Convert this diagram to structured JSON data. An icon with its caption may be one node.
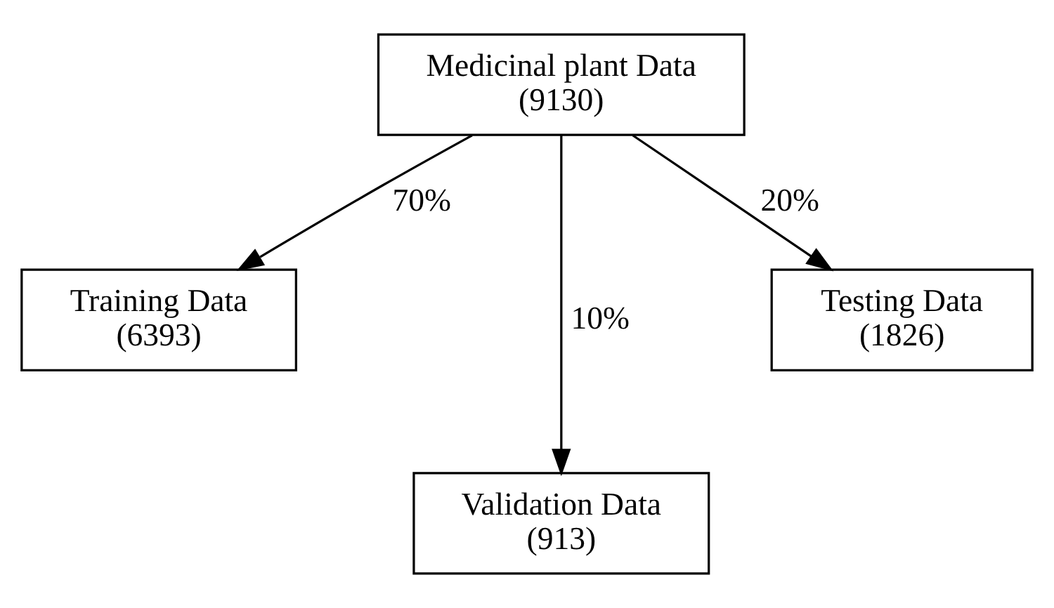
{
  "diagram": {
    "nodes": [
      {
        "text": [
          "Medicinal plant Data",
          "(9130)"
        ]
      },
      {
        "text": [
          "Training Data",
          "(6393)"
        ]
      },
      {
        "text": [
          "Testing Data",
          "(1826)"
        ]
      },
      {
        "text": [
          "Validation Data",
          "(913)"
        ]
      }
    ],
    "edges": [
      {
        "from": 0,
        "to": 1,
        "arrow": "to",
        "label": "70%"
      },
      {
        "from": 0,
        "to": 3,
        "arrow": "to",
        "label": "10%"
      },
      {
        "from": 0,
        "to": 2,
        "arrow": "to",
        "label": "20%"
      }
    ]
  }
}
